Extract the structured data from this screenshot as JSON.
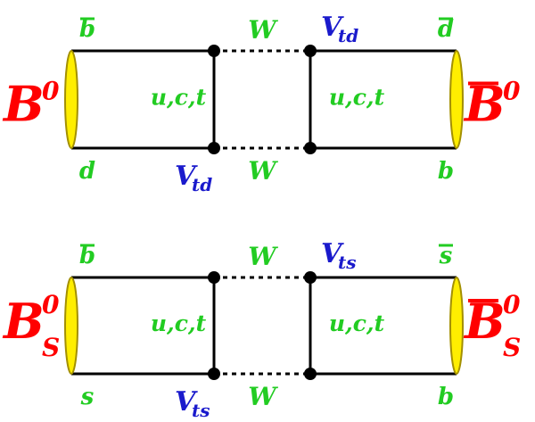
{
  "colors": {
    "background": "#ffffff",
    "line": "#000000",
    "meson": "#ff0000",
    "quark": "#22cc22",
    "ckm": "#1a1acc",
    "ellipse_fill": "#ffee00",
    "ellipse_stroke": "#a39000"
  },
  "diagrams": [
    {
      "id": "bd",
      "left_meson": {
        "base": "B",
        "sup": "0",
        "sub": "",
        "bar": false
      },
      "right_meson": {
        "base": "B",
        "sup": "0",
        "sub": "",
        "bar": true
      },
      "quark_top_left": "b",
      "quark_top_left_bar": true,
      "quark_bottom_left": "d",
      "quark_top_right": "d",
      "quark_top_right_bar": true,
      "quark_bottom_right": "b",
      "w_top": "W",
      "w_bottom": "W",
      "internal_left": "u,c,t",
      "internal_right": "u,c,t",
      "ckm_top": {
        "base": "V",
        "sub": "td"
      },
      "ckm_bottom": {
        "base": "V",
        "sub": "td"
      }
    },
    {
      "id": "bs",
      "left_meson": {
        "base": "B",
        "sup": "0",
        "sub": "S",
        "bar": false
      },
      "right_meson": {
        "base": "B",
        "sup": "0",
        "sub": "S",
        "bar": true
      },
      "quark_top_left": "b",
      "quark_top_left_bar": true,
      "quark_bottom_left": "s",
      "quark_top_right": "s",
      "quark_top_right_bar": true,
      "quark_bottom_right": "b",
      "w_top": "W",
      "w_bottom": "W",
      "internal_left": "u,c,t",
      "internal_right": "u,c,t",
      "ckm_top": {
        "base": "V",
        "sub": "ts"
      },
      "ckm_bottom": {
        "base": "V",
        "sub": "ts"
      }
    }
  ]
}
